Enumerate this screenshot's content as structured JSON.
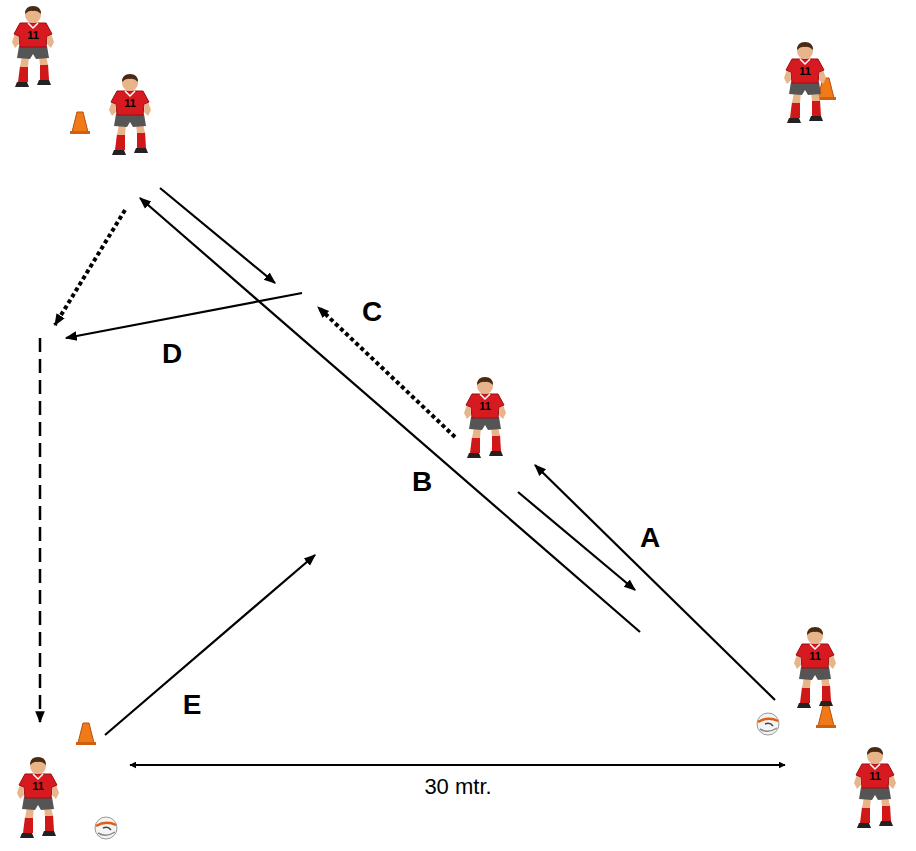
{
  "diagram": {
    "labels": [
      "11",
      "11",
      "11",
      "C",
      "D",
      "11",
      "B",
      "A",
      "E",
      "11",
      "11",
      "30 mtr.",
      "11"
    ]
  }
}
